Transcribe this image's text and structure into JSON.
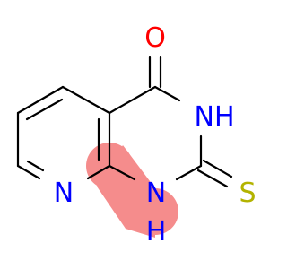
{
  "molecule": {
    "atoms": [
      {
        "id": "O",
        "label": "O",
        "color": "#ff0000"
      },
      {
        "id": "NH3",
        "label": "NH",
        "color": "#0000ff"
      },
      {
        "id": "S",
        "label": "S",
        "color": "#b3b300"
      },
      {
        "id": "N_ring",
        "label": "N",
        "color": "#0000ff"
      },
      {
        "id": "N1",
        "label": "N",
        "color": "#0000ff"
      },
      {
        "id": "H1",
        "label": "H",
        "color": "#0000ff"
      }
    ],
    "highlight_color": "#f58c8c",
    "bond_color": "#000000"
  }
}
